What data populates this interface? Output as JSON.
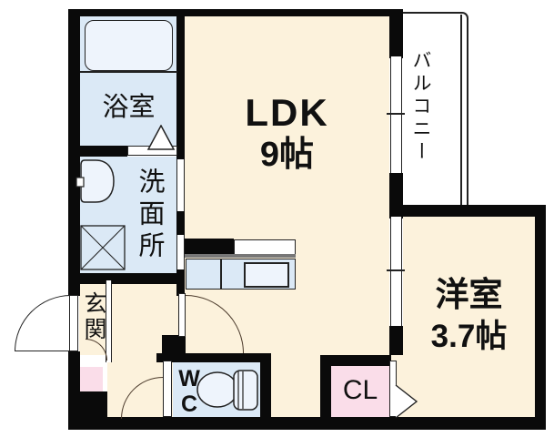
{
  "floorplan": {
    "type": "apartment-floor-plan",
    "rooms": {
      "ldk": {
        "label": "LDK",
        "size": "9帖"
      },
      "bathroom": {
        "label": "浴室"
      },
      "washroom": {
        "label": "洗面所"
      },
      "balcony": {
        "label": "バルコニー"
      },
      "western_room": {
        "label": "洋室",
        "size": "3.7帖"
      },
      "entrance": {
        "label": "玄関"
      },
      "toilet": {
        "label_line1": "W",
        "label_line2": "C"
      },
      "closet": {
        "label": "CL"
      }
    },
    "colors": {
      "room-cream": "#fcf2dc",
      "wet-blue": "#dbe9f6",
      "fixture-light": "#eef4fc",
      "closet-pink": "#fadde9",
      "wall": "#0a0a0a",
      "line": "#222222",
      "arc": "#4b3a2b",
      "counter-gray": "#777777"
    }
  }
}
